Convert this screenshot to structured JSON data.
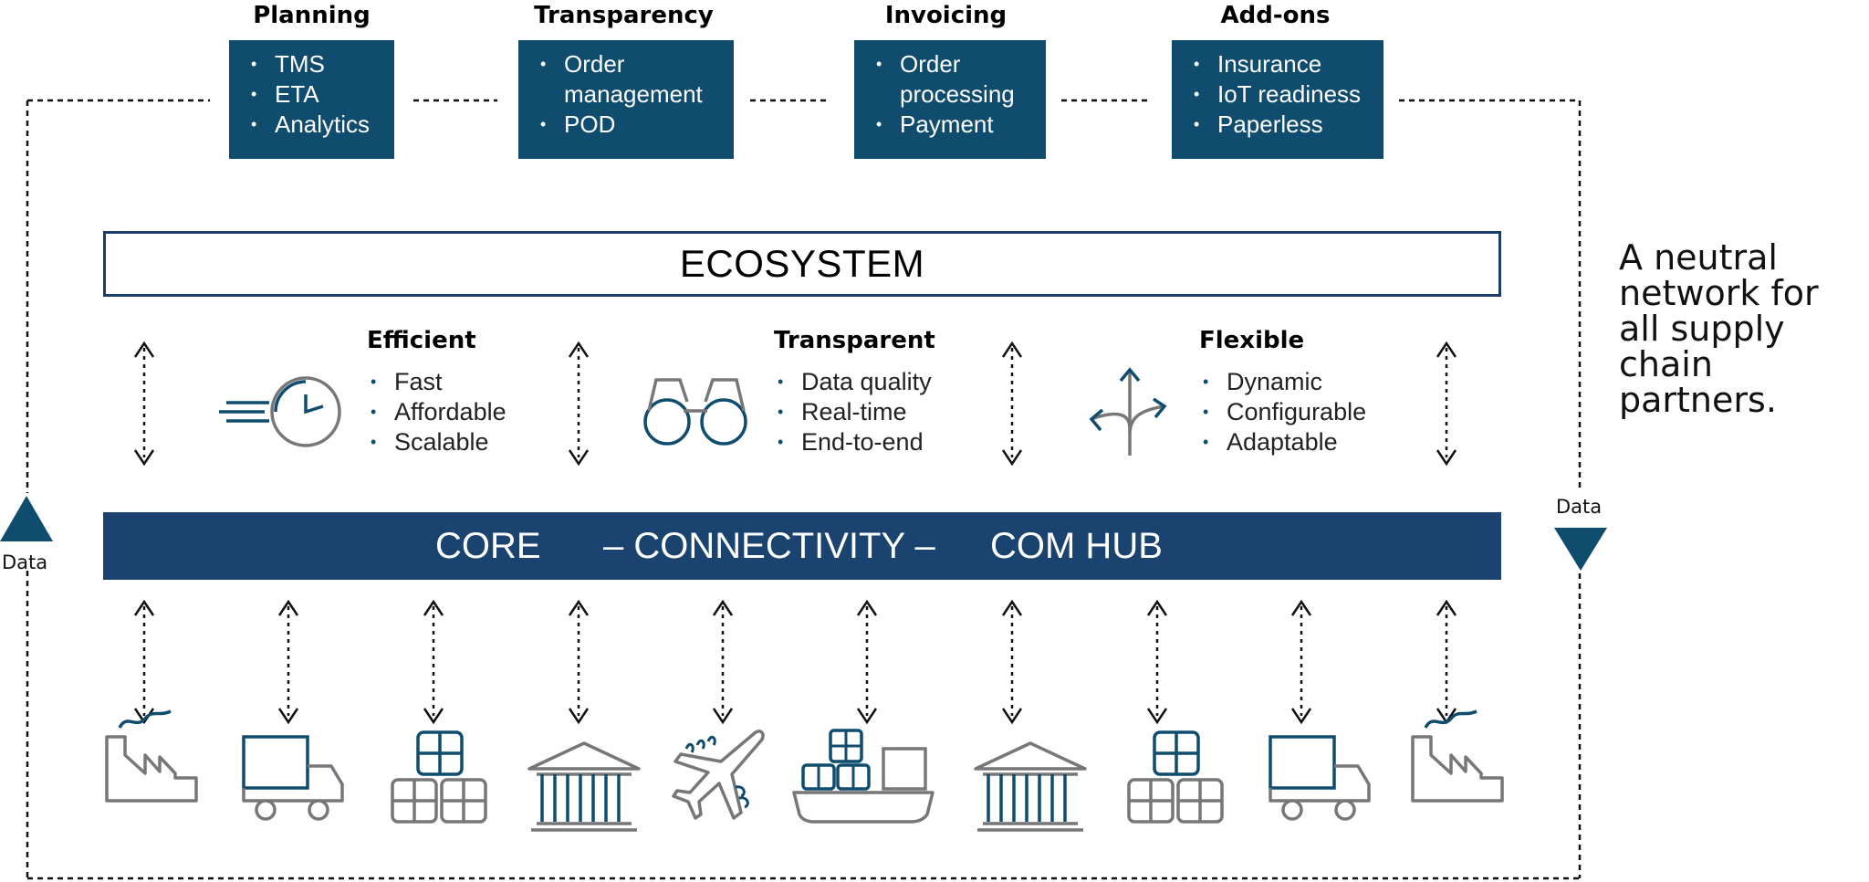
{
  "categories": [
    {
      "title": "Planning",
      "items": [
        "TMS",
        "ETA",
        "Analytics"
      ]
    },
    {
      "title": "Transparency",
      "items": [
        "Order",
        "management",
        "POD"
      ]
    },
    {
      "title": "Invoicing",
      "items": [
        "Order",
        "processing",
        "Payment"
      ]
    },
    {
      "title": "Add-ons",
      "items": [
        "Insurance",
        "IoT readiness",
        "Paperless"
      ]
    }
  ],
  "ecosystem_label": "ECOSYSTEM",
  "features": [
    {
      "title": "Efficient",
      "icon": "clock-speed-icon",
      "items": [
        "Fast",
        "Affordable",
        "Scalable"
      ]
    },
    {
      "title": "Transparent",
      "icon": "binoculars-icon",
      "items": [
        "Data quality",
        "Real-time",
        "End-to-end"
      ]
    },
    {
      "title": "Flexible",
      "icon": "branching-arrows-icon",
      "items": [
        "Dynamic",
        "Configurable",
        "Adaptable"
      ]
    }
  ],
  "core": {
    "left": "CORE",
    "middle": "– CONNECTIVITY –",
    "right": "COM HUB"
  },
  "data_left": "Data",
  "data_right": "Data",
  "tagline": "A neutral network for all supply chain partners.",
  "partners": [
    "factory-icon",
    "truck-icon",
    "parcels-icon",
    "warehouse-icon",
    "airplane-icon",
    "container-ship-icon",
    "warehouse-icon",
    "parcels-icon",
    "truck-icon",
    "factory-icon"
  ],
  "colors": {
    "navy": "#0f4c6e",
    "bar": "#1a4370",
    "icon_gray": "#777777"
  }
}
